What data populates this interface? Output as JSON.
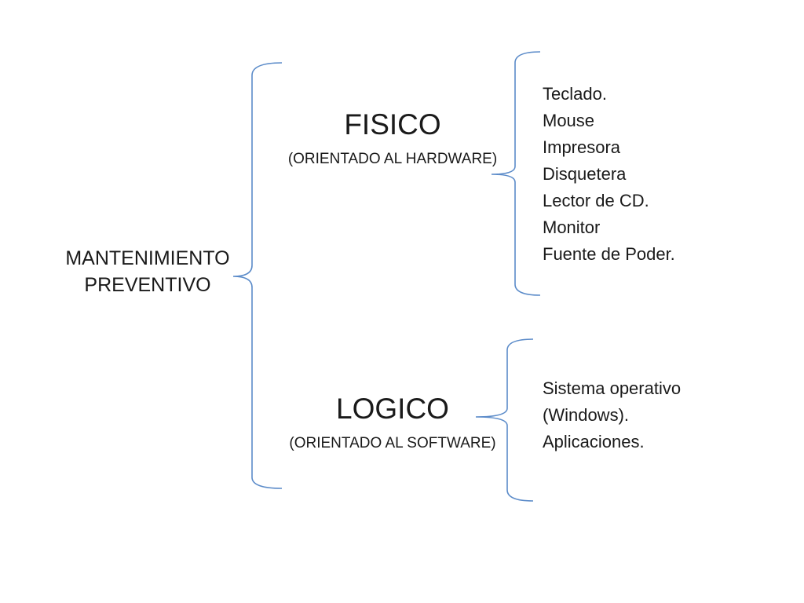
{
  "root": {
    "lines": [
      "MANTENIMIENTO",
      "PREVENTIVO"
    ]
  },
  "branches": [
    {
      "title": "FISICO",
      "subtitle": "(ORIENTADO AL HARDWARE)",
      "items": [
        "Teclado.",
        "Mouse",
        "Impresora",
        "Disquetera",
        "Lector de CD.",
        "Monitor",
        "Fuente de Poder."
      ]
    },
    {
      "title": "LOGICO",
      "subtitle": "(ORIENTADO AL SOFTWARE)",
      "items": [
        "Sistema operativo",
        "(Windows).",
        "Aplicaciones."
      ]
    }
  ],
  "colors": {
    "bracket": "#5b8bc9",
    "text": "#1a1a1a",
    "background": "#ffffff"
  }
}
